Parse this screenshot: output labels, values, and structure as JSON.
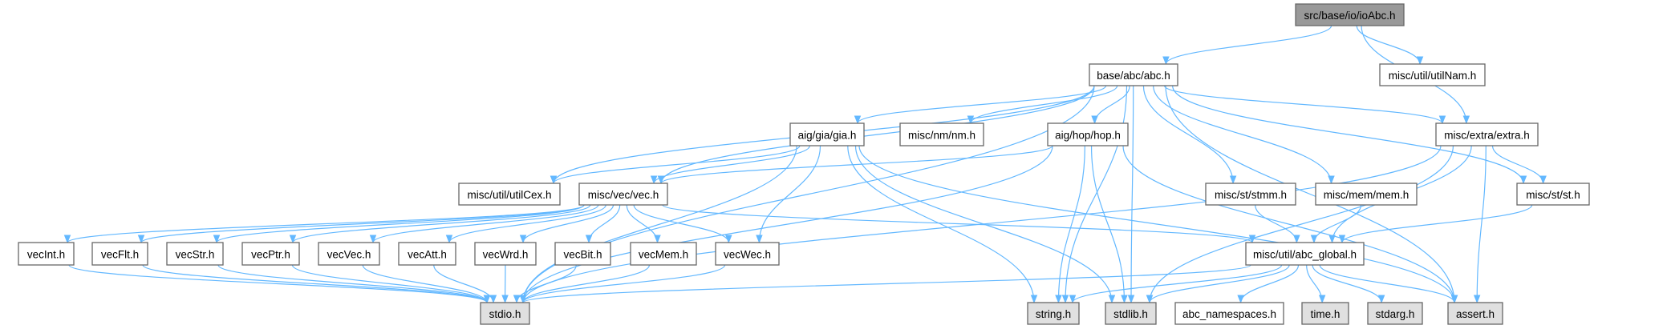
{
  "colors": {
    "edge": "#63b8ff",
    "root_fill": "#999999",
    "system_fill": "#e0e0e0",
    "node_fill": "#ffffff",
    "border": "#666666"
  },
  "nodes": {
    "ioAbc": "src/base/io/ioAbc.h",
    "abc": "base/abc/abc.h",
    "utilNam": "misc/util/utilNam.h",
    "gia": "aig/gia/gia.h",
    "nm": "misc/nm/nm.h",
    "hop": "aig/hop/hop.h",
    "extra": "misc/extra/extra.h",
    "utilCex": "misc/util/utilCex.h",
    "vec": "misc/vec/vec.h",
    "stmm": "misc/st/stmm.h",
    "mem": "misc/mem/mem.h",
    "st": "misc/st/st.h",
    "vecInt": "vecInt.h",
    "vecFlt": "vecFlt.h",
    "vecStr": "vecStr.h",
    "vecPtr": "vecPtr.h",
    "vecVec": "vecVec.h",
    "vecAtt": "vecAtt.h",
    "vecWrd": "vecWrd.h",
    "vecBit": "vecBit.h",
    "vecMem": "vecMem.h",
    "vecWec": "vecWec.h",
    "abcGlobal": "misc/util/abc_global.h",
    "stdio": "stdio.h",
    "string": "string.h",
    "stdlib": "stdlib.h",
    "abcNs": "abc_namespaces.h",
    "time": "time.h",
    "stdarg": "stdarg.h",
    "assert": "assert.h"
  },
  "edges": [
    [
      "ioAbc",
      "abc"
    ],
    [
      "ioAbc",
      "utilNam"
    ],
    [
      "ioAbc",
      "extra"
    ],
    [
      "abc",
      "stdio"
    ],
    [
      "abc",
      "utilCex"
    ],
    [
      "abc",
      "vec"
    ],
    [
      "abc",
      "gia"
    ],
    [
      "abc",
      "nm"
    ],
    [
      "abc",
      "hop"
    ],
    [
      "abc",
      "string"
    ],
    [
      "abc",
      "stdlib"
    ],
    [
      "abc",
      "stmm"
    ],
    [
      "abc",
      "mem"
    ],
    [
      "abc",
      "st"
    ],
    [
      "abc",
      "extra"
    ],
    [
      "abc",
      "assert"
    ],
    [
      "gia",
      "utilCex"
    ],
    [
      "gia",
      "vec"
    ],
    [
      "gia",
      "vecWec"
    ],
    [
      "gia",
      "stdio"
    ],
    [
      "gia",
      "string"
    ],
    [
      "gia",
      "stdlib"
    ],
    [
      "gia",
      "assert"
    ],
    [
      "hop",
      "vec"
    ],
    [
      "hop",
      "stdio"
    ],
    [
      "hop",
      "string"
    ],
    [
      "hop",
      "stdlib"
    ],
    [
      "hop",
      "assert"
    ],
    [
      "extra",
      "st"
    ],
    [
      "extra",
      "stdio"
    ],
    [
      "extra",
      "abcGlobal"
    ],
    [
      "extra",
      "stdlib"
    ],
    [
      "extra",
      "assert"
    ],
    [
      "vec",
      "vecInt"
    ],
    [
      "vec",
      "vecFlt"
    ],
    [
      "vec",
      "vecStr"
    ],
    [
      "vec",
      "vecPtr"
    ],
    [
      "vec",
      "vecVec"
    ],
    [
      "vec",
      "vecAtt"
    ],
    [
      "vec",
      "vecWrd"
    ],
    [
      "vec",
      "vecBit"
    ],
    [
      "vec",
      "vecMem"
    ],
    [
      "vec",
      "vecWec"
    ],
    [
      "vec",
      "abcGlobal"
    ],
    [
      "vecInt",
      "stdio"
    ],
    [
      "vecFlt",
      "stdio"
    ],
    [
      "vecStr",
      "stdio"
    ],
    [
      "vecPtr",
      "stdio"
    ],
    [
      "vecVec",
      "stdio"
    ],
    [
      "vecAtt",
      "stdio"
    ],
    [
      "vecWrd",
      "stdio"
    ],
    [
      "vecBit",
      "stdio"
    ],
    [
      "vecMem",
      "stdio"
    ],
    [
      "vecWec",
      "stdio"
    ],
    [
      "stmm",
      "abcGlobal"
    ],
    [
      "mem",
      "abcGlobal"
    ],
    [
      "st",
      "abcGlobal"
    ],
    [
      "abcGlobal",
      "stdio"
    ],
    [
      "abcGlobal",
      "string"
    ],
    [
      "abcGlobal",
      "stdlib"
    ],
    [
      "abcGlobal",
      "abcNs"
    ],
    [
      "abcGlobal",
      "time"
    ],
    [
      "abcGlobal",
      "stdarg"
    ],
    [
      "abcGlobal",
      "assert"
    ]
  ],
  "root": "ioAbc",
  "system_headers": [
    "stdio",
    "string",
    "stdlib",
    "time",
    "stdarg",
    "assert"
  ]
}
